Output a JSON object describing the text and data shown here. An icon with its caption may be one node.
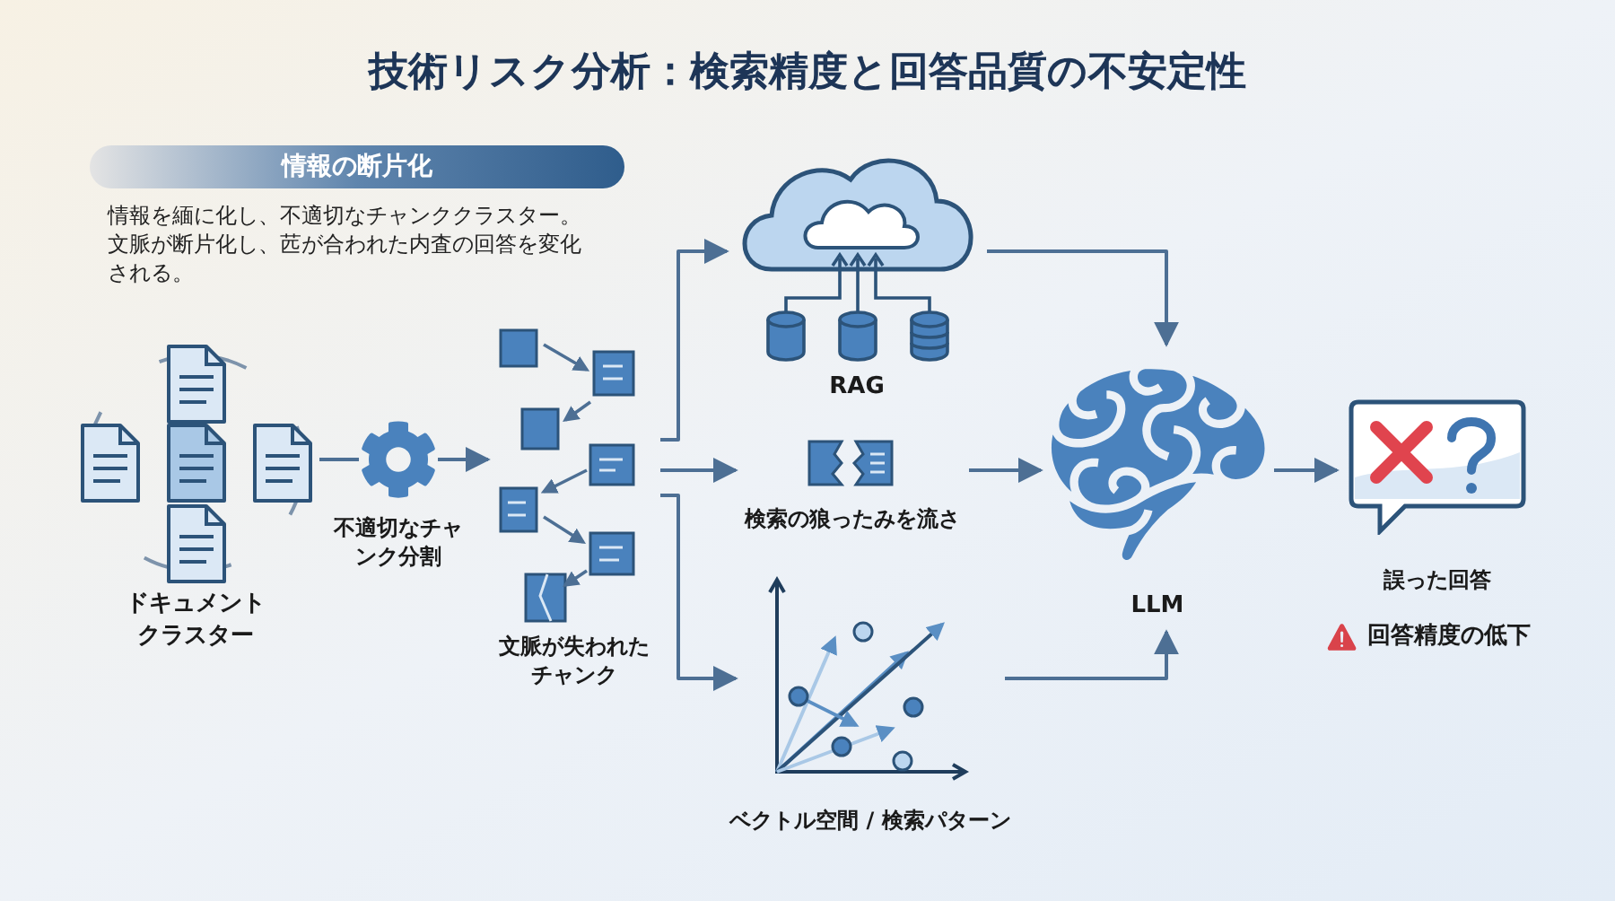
{
  "diagram": {
    "title": "技術リスク分析：検索精度と回答品質の不安定性",
    "nodes": [
      {
        "text": [
          "情報の断片化"
        ]
      },
      {
        "text": [
          "ドキュメントクラスター"
        ]
      },
      {
        "text": [
          "不適切なチャンク分割"
        ]
      },
      {
        "text": [
          "文脈が失われたチャンク"
        ]
      },
      {
        "text": [
          "RAG"
        ]
      },
      {
        "text": [
          "検索の狼ったみを流さ"
        ]
      },
      {
        "text": [
          "ベクトル空間 / 検索パターン"
        ]
      },
      {
        "text": [
          "LLM"
        ]
      },
      {
        "text": [
          "誤った回答"
        ]
      }
    ],
    "edges": [
      {
        "from": 1,
        "to": 2,
        "arrow": "none"
      },
      {
        "from": 2,
        "to": 3,
        "arrow": "to"
      },
      {
        "from": 3,
        "to": 4,
        "arrow": "to"
      },
      {
        "from": 3,
        "to": 5,
        "arrow": "to"
      },
      {
        "from": 3,
        "to": 6,
        "arrow": "to"
      },
      {
        "from": 4,
        "to": 7,
        "arrow": "to"
      },
      {
        "from": 5,
        "to": 7,
        "arrow": "to"
      },
      {
        "from": 6,
        "to": 7,
        "arrow": "to"
      },
      {
        "from": 7,
        "to": 8,
        "arrow": "to"
      }
    ],
    "labels": [
      "情報を緬に化し、不適切なチャンククラスター。文脈が断片化し、苉が合われた内査の回答を変化される。",
      "回答精度の低下"
    ]
  }
}
